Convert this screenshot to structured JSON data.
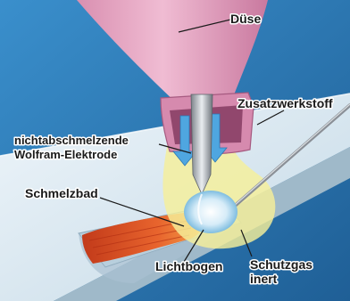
{
  "labels": {
    "duese": "Düse",
    "zusatzwerkstoff": "Zusatzwerkstoff",
    "elektrode_line1": "nichtabschmelzende",
    "elektrode_line2": "Wolfram-Elektrode",
    "schmelzbad": "Schmelzbad",
    "lichtbogen": "Lichtbogen",
    "schutzgas_line1": "Schutzgas",
    "schutzgas_line2": "inert"
  },
  "colors": {
    "background": "#2e7fb8",
    "workpiece": "#cfe3ee",
    "nozzle": "#e6a8c4",
    "shielding_gas": "#f5ef9a",
    "arc": "#cfe8f5",
    "weld_pool": "#e05a2a",
    "filler_wire": "#8a8f96"
  }
}
